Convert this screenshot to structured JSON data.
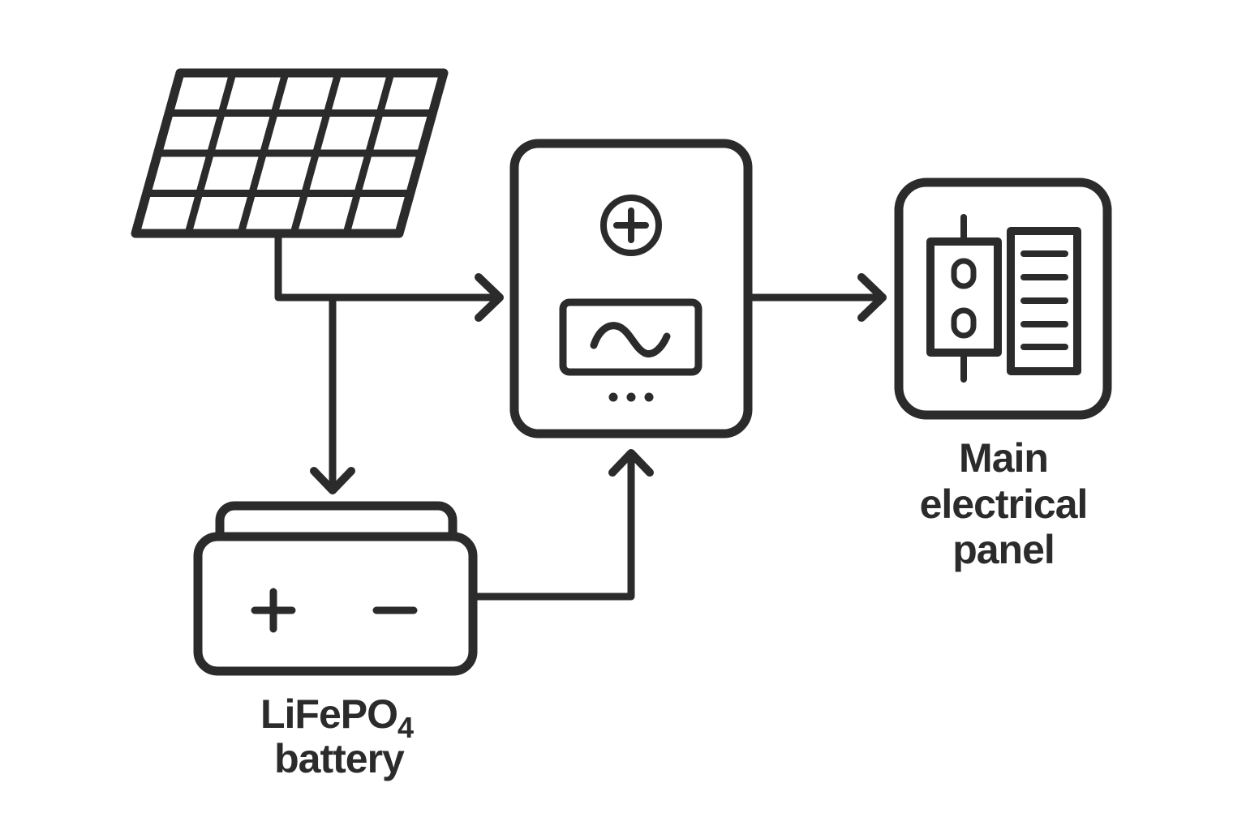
{
  "colors": {
    "stroke": "#2b2b2b",
    "background": "#ffffff"
  },
  "labels": {
    "battery": {
      "formula": "LiFePO",
      "formula_subscript": "4",
      "word": "battery"
    },
    "main_panel": {
      "line1": "Main",
      "line2": "electrical",
      "line3": "panel"
    }
  },
  "icons": {
    "solar_panel": "solar-panel-grid-icon",
    "inverter": "inverter-box-icon",
    "inverter_power_button": "⊕",
    "inverter_ac_output": "∿",
    "inverter_status_dots": "•••",
    "battery": "battery-icon",
    "battery_positive_terminal": "+",
    "battery_negative_terminal": "−",
    "main_electrical_panel": "breaker-panel-icon",
    "arrowheads": "chevron-arrow-icon"
  },
  "diagram": {
    "nodes": [
      {
        "id": "solar-panel",
        "label": ""
      },
      {
        "id": "inverter",
        "label": ""
      },
      {
        "id": "battery",
        "label": "LiFePO4 battery"
      },
      {
        "id": "main-electrical-panel",
        "label": "Main electrical panel"
      }
    ],
    "edges": [
      {
        "from": "solar-panel",
        "to": "inverter",
        "type": "arrow"
      },
      {
        "from": "solar-panel",
        "to": "battery",
        "type": "arrow"
      },
      {
        "from": "battery",
        "to": "inverter",
        "type": "arrow"
      },
      {
        "from": "inverter",
        "to": "main-electrical-panel",
        "type": "arrow"
      }
    ]
  }
}
